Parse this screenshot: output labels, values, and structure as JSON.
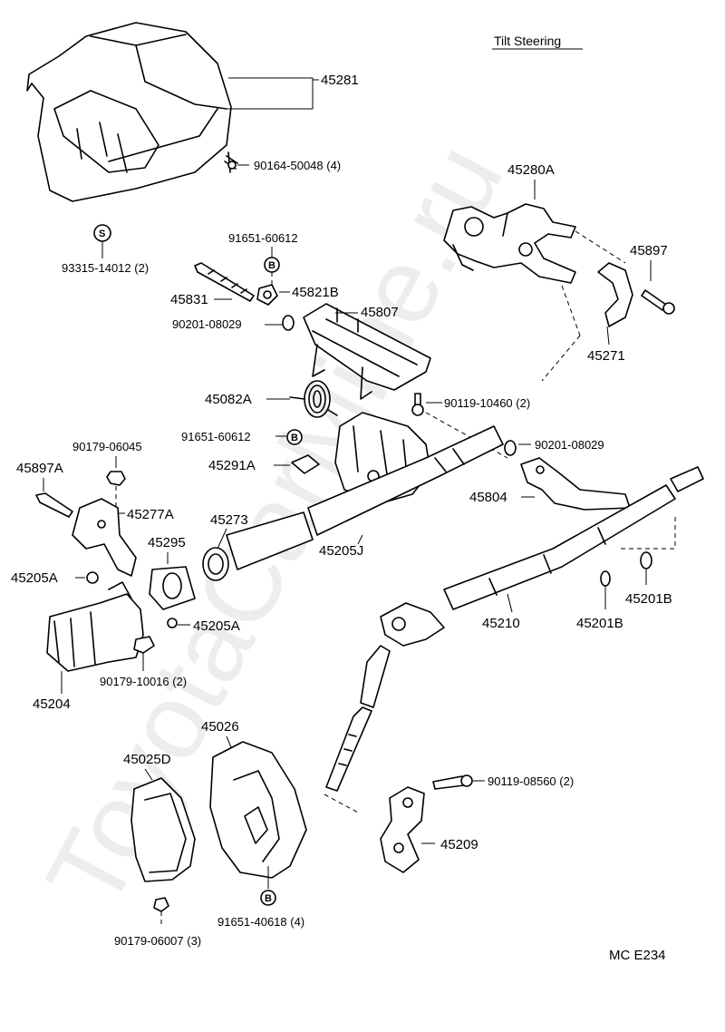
{
  "diagram": {
    "title": "Tilt Steering",
    "watermark": "ToyotaCarMine.ru",
    "footer_code": "MC  E234",
    "badge_s": "S",
    "badge_b": "B",
    "labels": {
      "p45281": "45281",
      "p90164": "90164-50048 (4)",
      "p93315": "93315-14012 (2)",
      "p91651a": "91651-60612",
      "p45831": "45831",
      "p45821B": "45821B",
      "p90201a": "90201-08029",
      "p45807": "45807",
      "p45280A": "45280A",
      "p45897": "45897",
      "p45271": "45271",
      "p45082A": "45082A",
      "p90119a": "90119-10460 (2)",
      "p91651b": "91651-60612",
      "p90201b": "90201-08029",
      "p90179a": "90179-06045",
      "p45897A": "45897A",
      "p45291A": "45291A",
      "p45804": "45804",
      "p45277A": "45277A",
      "p45273": "45273",
      "p45295": "45295",
      "p45205J": "45205J",
      "p45205A1": "45205A",
      "p45205A2": "45205A",
      "p90179b": "90179-10016 (2)",
      "p45204": "45204",
      "p45210": "45210",
      "p45201B1": "45201B",
      "p45201B2": "45201B",
      "p45026": "45026",
      "p45025D": "45025D",
      "p90119b": "90119-08560 (2)",
      "p45209": "45209",
      "p91651c": "91651-40618 (4)",
      "p90179c": "90179-06007 (3)"
    }
  }
}
